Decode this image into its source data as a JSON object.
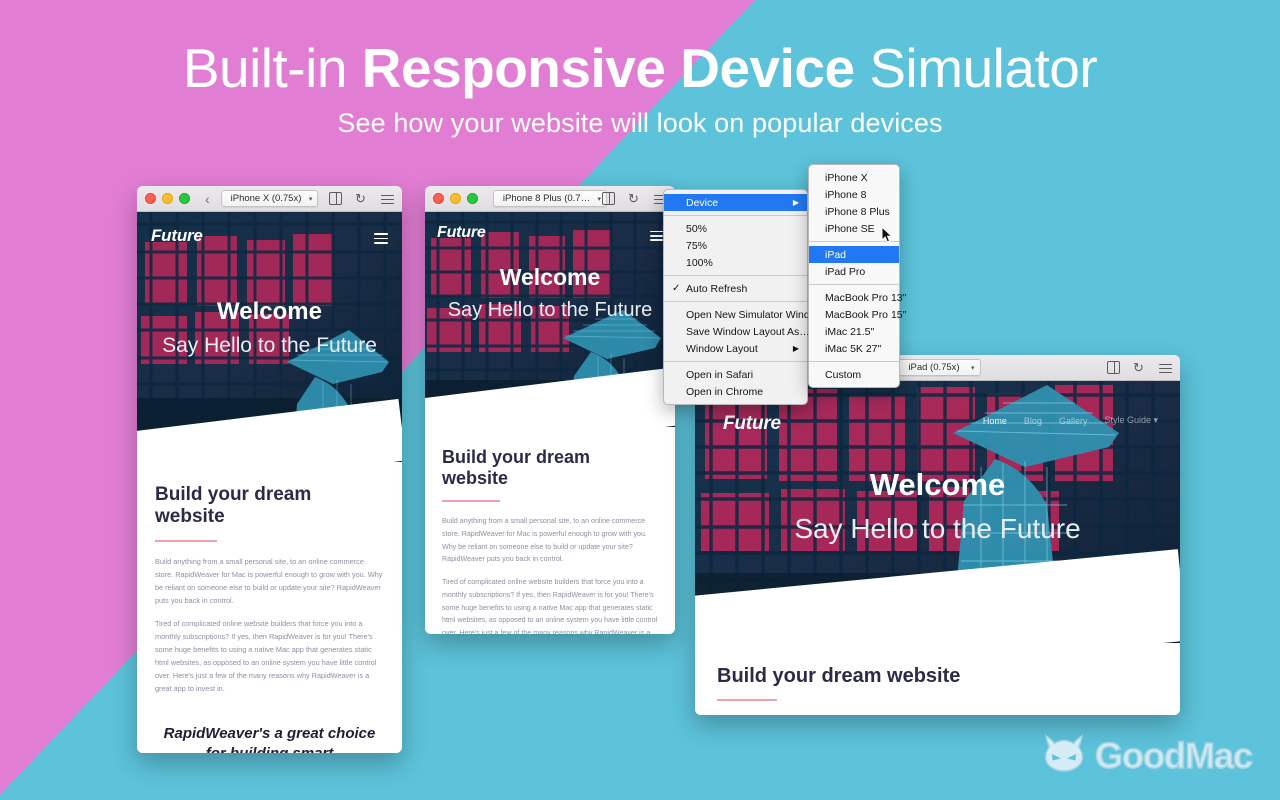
{
  "headline": {
    "prefix": "Built-in ",
    "bold": "Responsive Device",
    "suffix": " Simulator",
    "subtitle": "See how your website will look on popular devices"
  },
  "colors": {
    "pink": "#e27dd4",
    "cyan": "#5cc3da",
    "menu_highlight": "#2278f3",
    "heading_navy": "#2b2b47",
    "rule_pink": "#f2a0ae"
  },
  "windows": [
    {
      "id": "iphone-x",
      "device_popup": "iPhone X (0.75x)",
      "caret": "▾",
      "back": "‹",
      "forward": "›"
    },
    {
      "id": "iphone-8-plus",
      "device_popup": "iPhone 8 Plus (0.7…",
      "caret": "▾",
      "back": "‹",
      "forward": "›"
    },
    {
      "id": "ipad",
      "device_popup": "iPad (0.75x)",
      "caret": "▾",
      "back": "‹",
      "forward": "›"
    }
  ],
  "site": {
    "brand": "Future",
    "nav": [
      {
        "label": "Home",
        "active": true
      },
      {
        "label": "Blog",
        "active": false
      },
      {
        "label": "Gallery",
        "active": false
      },
      {
        "label": "Style Guide ▾",
        "active": false
      }
    ],
    "hero_title": "Welcome",
    "hero_subtitle": "Say Hello to the Future",
    "section_heading": "Build your dream website",
    "paragraph_1": "Build anything from a small personal site, to an online commerce store. RapidWeaver for Mac is powerful enough to grow with you. Why be reliant on someone else to build or update your site? RapidWeaver puts you back in control.",
    "paragraph_2": "Tired of complicated online website builders that force you into a monthly subscriptions? If yes, then RapidWeaver is for you! There's some huge benefits to using a native Mac app that generates static html websites, as opposed to an online system you have little control over. Here's just a few of the many reasons why RapidWeaver is a great app to invest in.",
    "quote": "RapidWeaver's a great choice for building smart"
  },
  "menu": {
    "items": [
      {
        "label": "Device",
        "selected": true,
        "submenu": true,
        "checked": false
      },
      {
        "separator": true
      },
      {
        "label": "50%",
        "selected": false,
        "submenu": false,
        "checked": false
      },
      {
        "label": "75%",
        "selected": false,
        "submenu": false,
        "checked": false
      },
      {
        "label": "100%",
        "selected": false,
        "submenu": false,
        "checked": false
      },
      {
        "separator": true
      },
      {
        "label": "Auto Refresh",
        "selected": false,
        "submenu": false,
        "checked": true
      },
      {
        "separator": true
      },
      {
        "label": "Open New Simulator Window",
        "selected": false,
        "submenu": false,
        "checked": false
      },
      {
        "label": "Save Window Layout As…",
        "selected": false,
        "submenu": false,
        "checked": false
      },
      {
        "label": "Window Layout",
        "selected": false,
        "submenu": true,
        "checked": false
      },
      {
        "separator": true
      },
      {
        "label": "Open in Safari",
        "selected": false,
        "submenu": false,
        "checked": false
      },
      {
        "label": "Open in Chrome",
        "selected": false,
        "submenu": false,
        "checked": false
      }
    ],
    "check_glyph": "✓",
    "arrow_glyph": "▶"
  },
  "submenu": {
    "items": [
      {
        "label": "iPhone X",
        "selected": false
      },
      {
        "label": "iPhone 8",
        "selected": false
      },
      {
        "label": "iPhone 8 Plus",
        "selected": false
      },
      {
        "label": "iPhone SE",
        "selected": false
      },
      {
        "separator": true
      },
      {
        "label": "iPad",
        "selected": true
      },
      {
        "label": "iPad Pro",
        "selected": false
      },
      {
        "separator": true
      },
      {
        "label": "MacBook Pro 13\"",
        "selected": false
      },
      {
        "label": "MacBook Pro 15\"",
        "selected": false
      },
      {
        "label": "iMac 21.5\"",
        "selected": false
      },
      {
        "label": "iMac 5K 27\"",
        "selected": false
      },
      {
        "separator": true
      },
      {
        "label": "Custom",
        "selected": false
      }
    ]
  },
  "branding": {
    "logo_text": "GoodMac",
    "logo_icon": "devil-mascot-icon"
  }
}
